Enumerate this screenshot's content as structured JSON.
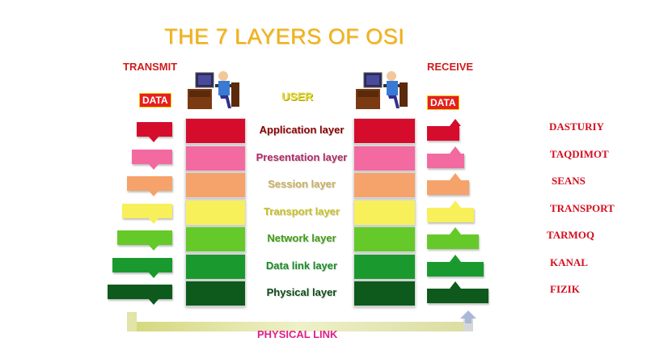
{
  "title": "THE 7 LAYERS OF OSI",
  "transmit_label": "TRANSMIT",
  "receive_label": "RECEIVE",
  "data_left": "DATA",
  "data_right": "DATA",
  "user_label": "USER",
  "physical_link_label": "PHYSICAL LINK",
  "layers": [
    {
      "name": "Application layer",
      "uz": "DASTURIY",
      "color": "#d50c2c",
      "text_color": "#8b0000"
    },
    {
      "name": "Presentation layer",
      "uz": "TAQDIMOT",
      "color": "#f26aa0",
      "text_color": "#b02a66"
    },
    {
      "name": "Session layer",
      "uz": "SEANS",
      "color": "#f5a36a",
      "text_color": "#c9b060"
    },
    {
      "name": "Transport layer",
      "uz": "TRANSPORT",
      "color": "#f7f05a",
      "text_color": "#c9c020"
    },
    {
      "name": "Network layer",
      "uz": "TARMOQ",
      "color": "#66c92a",
      "text_color": "#3e9e12"
    },
    {
      "name": "Data link layer",
      "uz": "KANAL",
      "color": "#1a9a2e",
      "text_color": "#178a24"
    },
    {
      "name": "Physical layer",
      "uz": "FIZIK",
      "color": "#0d5a1c",
      "text_color": "#0d4a18"
    }
  ]
}
